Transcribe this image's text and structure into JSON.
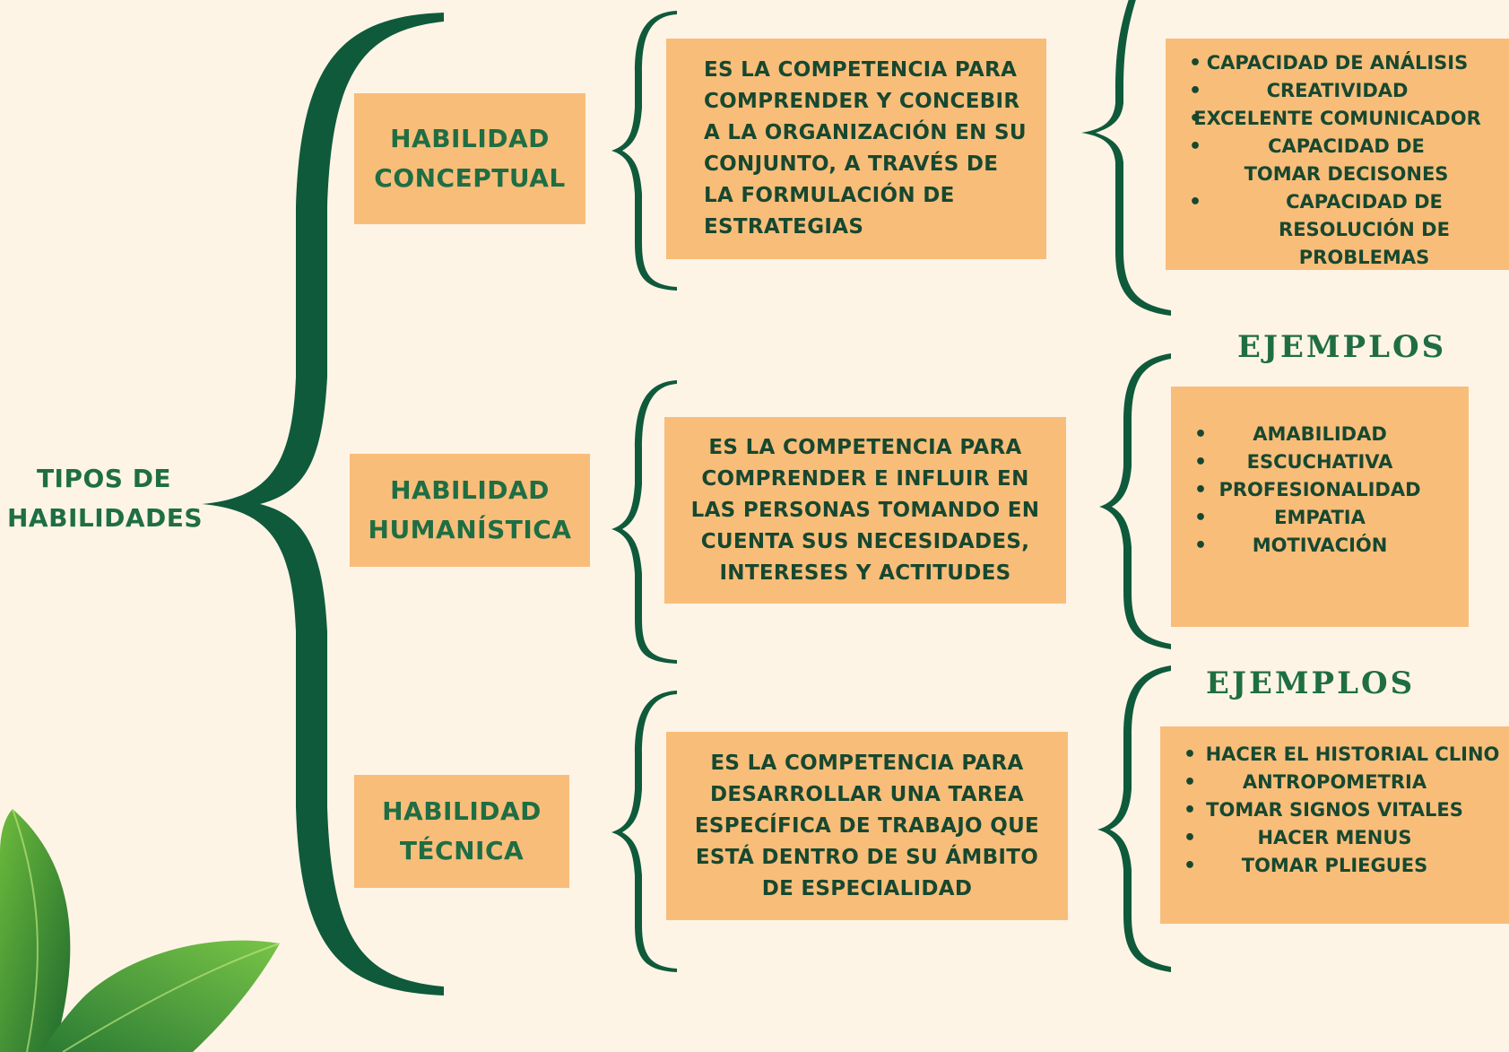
{
  "root": {
    "title_line1": "TIPOS DE",
    "title_line2": "HABILIDADES"
  },
  "skills": [
    {
      "name_line1": "HABILIDAD",
      "name_line2": "CONCEPTUAL",
      "description": "ES LA COMPETENCIA PARA COMPRENDER Y CONCEBIR A LA ORGANIZACIÓN EN SU CONJUNTO, A TRAVÉS DE LA FORMULACIÓN DE ESTRATEGIAS",
      "examples": [
        "CAPACIDAD DE ANÁLISIS",
        "CREATIVIDAD",
        "EXCELENTE COMUNICADOR",
        "CAPACIDAD DE TOMAR DECISONES",
        "CAPACIDAD DE RESOLUCIÓN DE PROBLEMAS"
      ]
    },
    {
      "name_line1": "HABILIDAD",
      "name_line2": "HUMANÍSTICA",
      "description": "ES LA COMPETENCIA PARA COMPRENDER E INFLUIR EN LAS PERSONAS TOMANDO EN CUENTA SUS NECESIDADES, INTERESES Y ACTITUDES",
      "examples_heading": "EJEMPLOS",
      "examples": [
        "AMABILIDAD",
        "ESCUCHATIVA",
        "PROFESIONALIDAD",
        "EMPATIA",
        "MOTIVACIÓN"
      ]
    },
    {
      "name_line1": "HABILIDAD",
      "name_line2": "TÉCNICA",
      "description": "ES LA COMPETENCIA PARA DESARROLLAR UNA TAREA ESPECÍFICA DE TRABAJO QUE ESTÁ DENTRO DE SU ÁMBITO DE ESPECIALIDAD",
      "examples_heading": "EJEMPLOS",
      "examples": [
        "HACER EL HISTORIAL CLINO",
        "ANTROPOMETRIA",
        "TOMAR SIGNOS VITALES",
        "HACER MENUS",
        "TOMAR PLIEGUES"
      ]
    }
  ],
  "colors": {
    "background": "#fdf4e6",
    "box": "#f9bd7a",
    "green_dark": "#0f5a3b",
    "green_text": "#1f6e43"
  }
}
